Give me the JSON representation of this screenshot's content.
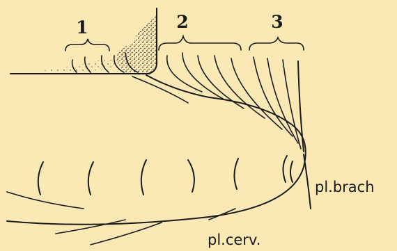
{
  "groups": [
    {
      "label": "1"
    },
    {
      "label": "2"
    },
    {
      "label": "3"
    }
  ],
  "labels": {
    "brachial": "pl.brach",
    "cervical": "pl.cerv."
  },
  "colors": {
    "background": "#fbe9b5",
    "ink": "#1a1a1a",
    "stipple": "#2a2a2a"
  }
}
